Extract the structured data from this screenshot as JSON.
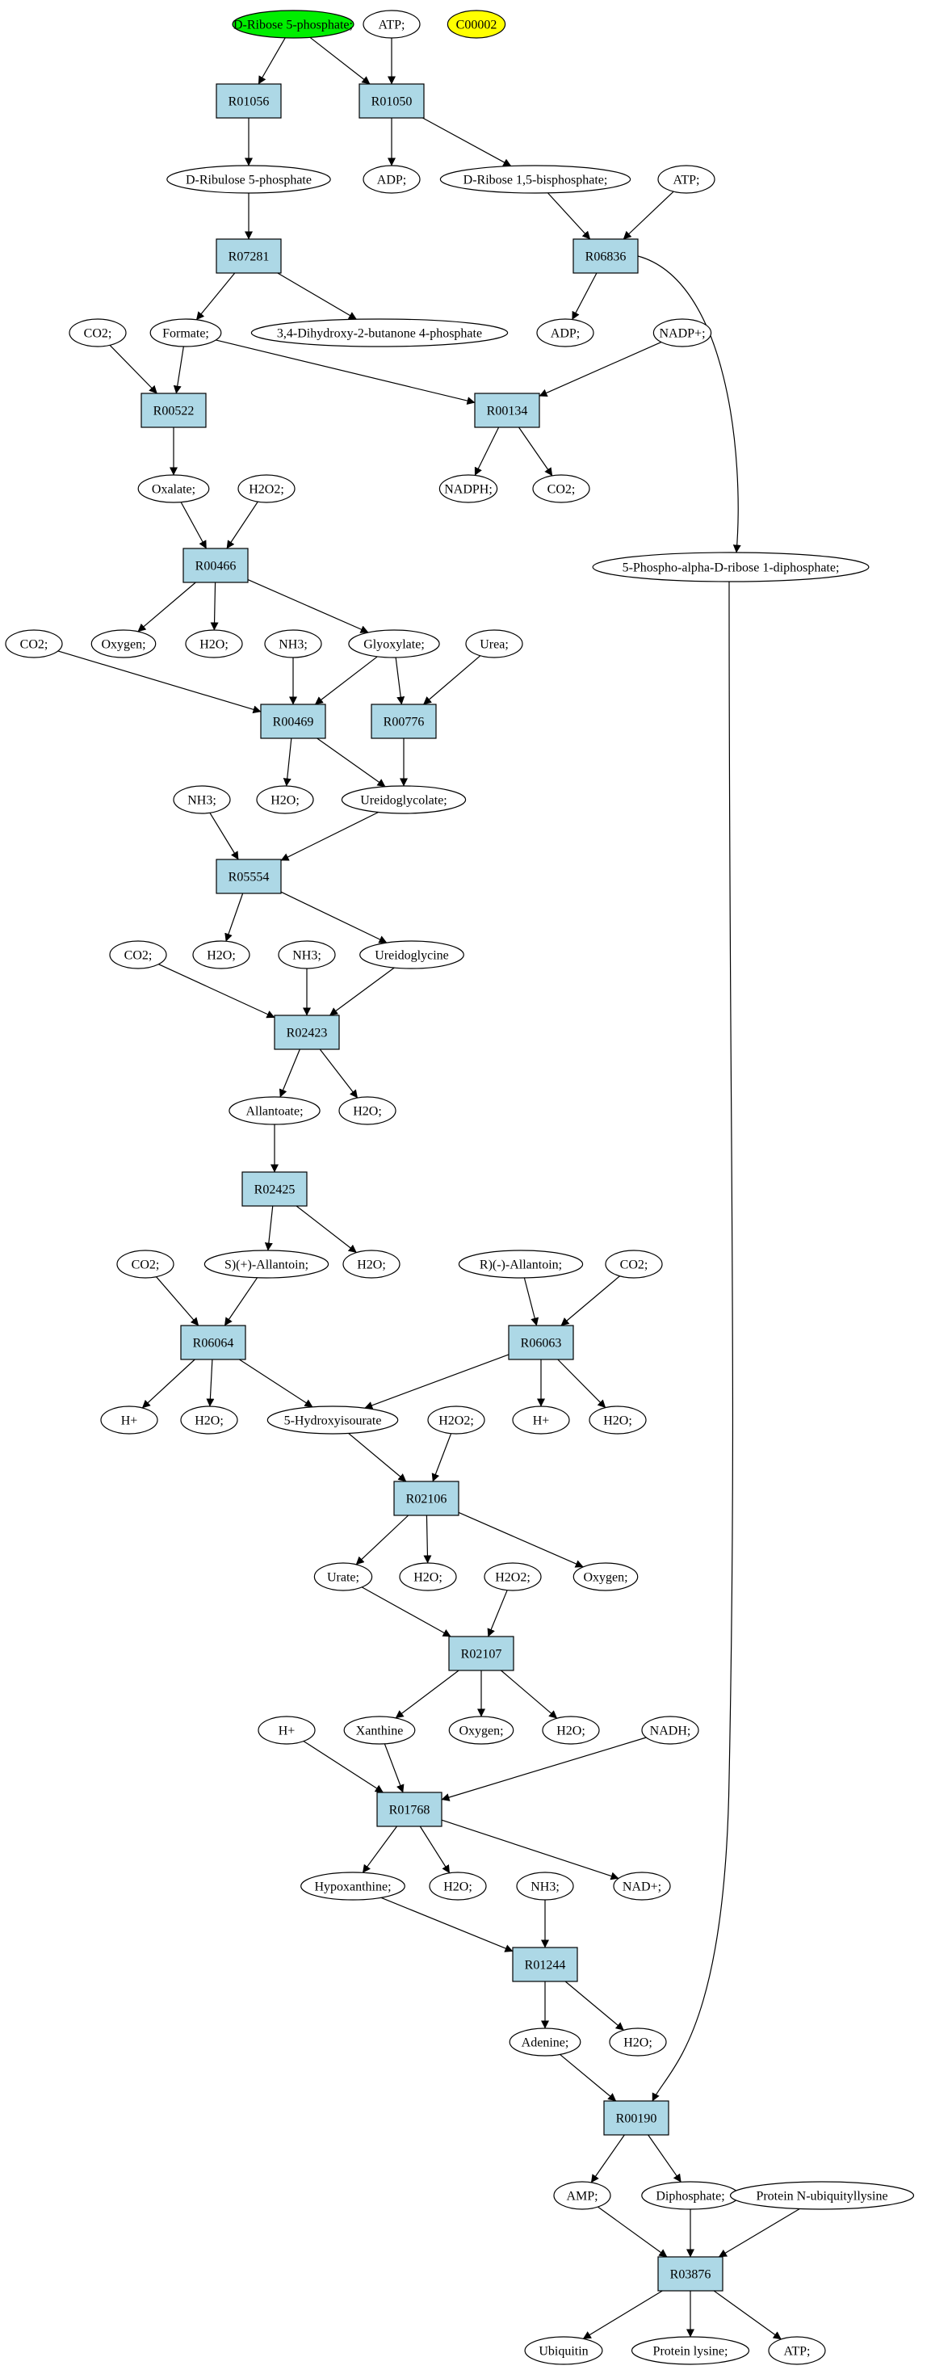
{
  "colors": {
    "reaction_fill": "#add8e6",
    "start_fill": "#00ee00",
    "highlight_fill": "#ffff00",
    "compound_fill": "#ffffff",
    "stroke": "#000000"
  },
  "nodes": {
    "n_start": {
      "label": "D-Ribose 5-phosphate;",
      "kind": "start"
    },
    "n_atp1": {
      "label": "ATP;",
      "kind": "compound"
    },
    "n_c00002": {
      "label": "C00002",
      "kind": "highlight"
    },
    "R01056": {
      "label": "R01056",
      "kind": "reaction"
    },
    "R01050": {
      "label": "R01050",
      "kind": "reaction"
    },
    "n_dribu": {
      "label": "D-Ribulose 5-phosphate",
      "kind": "compound"
    },
    "n_adp1": {
      "label": "ADP;",
      "kind": "compound"
    },
    "n_drbp": {
      "label": "D-Ribose 1,5-bisphosphate;",
      "kind": "compound"
    },
    "n_atp2": {
      "label": "ATP;",
      "kind": "compound"
    },
    "R07281": {
      "label": "R07281",
      "kind": "reaction"
    },
    "R06836": {
      "label": "R06836",
      "kind": "reaction"
    },
    "n_co2a": {
      "label": "CO2;",
      "kind": "compound"
    },
    "n_formate": {
      "label": "Formate;",
      "kind": "compound"
    },
    "n_dhb": {
      "label": "3,4-Dihydroxy-2-butanone 4-phosphate",
      "kind": "compound"
    },
    "n_adp2": {
      "label": "ADP;",
      "kind": "compound"
    },
    "n_nadp": {
      "label": "NADP+;",
      "kind": "compound"
    },
    "R00522": {
      "label": "R00522",
      "kind": "reaction"
    },
    "R00134": {
      "label": "R00134",
      "kind": "reaction"
    },
    "n_oxalate": {
      "label": "Oxalate;",
      "kind": "compound"
    },
    "n_h2o2a": {
      "label": "H2O2;",
      "kind": "compound"
    },
    "n_nadph": {
      "label": "NADPH;",
      "kind": "compound"
    },
    "n_co2b": {
      "label": "CO2;",
      "kind": "compound"
    },
    "n_prpp": {
      "label": "5-Phospho-alpha-D-ribose 1-diphosphate;",
      "kind": "compound"
    },
    "R00466": {
      "label": "R00466",
      "kind": "reaction"
    },
    "n_co2c": {
      "label": "CO2;",
      "kind": "compound"
    },
    "n_oxy1": {
      "label": "Oxygen;",
      "kind": "compound"
    },
    "n_h2o1": {
      "label": "H2O;",
      "kind": "compound"
    },
    "n_nh3a": {
      "label": "NH3;",
      "kind": "compound"
    },
    "n_glyox": {
      "label": "Glyoxylate;",
      "kind": "compound"
    },
    "n_urea": {
      "label": "Urea;",
      "kind": "compound"
    },
    "R00469": {
      "label": "R00469",
      "kind": "reaction"
    },
    "R00776": {
      "label": "R00776",
      "kind": "reaction"
    },
    "n_h2o2": {
      "label": "H2O;",
      "kind": "compound"
    },
    "n_ureidogc": {
      "label": "Ureidoglycolate;",
      "kind": "compound"
    },
    "n_nh3b": {
      "label": "NH3;",
      "kind": "compound"
    },
    "R05554": {
      "label": "R05554",
      "kind": "reaction"
    },
    "n_co2d": {
      "label": "CO2;",
      "kind": "compound"
    },
    "n_h2o3": {
      "label": "H2O;",
      "kind": "compound"
    },
    "n_nh3c": {
      "label": "NH3;",
      "kind": "compound"
    },
    "n_ureidogly": {
      "label": "Ureidoglycine",
      "kind": "compound"
    },
    "R02423": {
      "label": "R02423",
      "kind": "reaction"
    },
    "n_allantoate": {
      "label": "Allantoate;",
      "kind": "compound"
    },
    "n_h2o4": {
      "label": "H2O;",
      "kind": "compound"
    },
    "R02425": {
      "label": "R02425",
      "kind": "reaction"
    },
    "n_co2e": {
      "label": "CO2;",
      "kind": "compound"
    },
    "n_sallan": {
      "label": "S)(+)-Allantoin;",
      "kind": "compound"
    },
    "n_h2o5": {
      "label": "H2O;",
      "kind": "compound"
    },
    "n_rallan": {
      "label": "R)(-)-Allantoin;",
      "kind": "compound"
    },
    "n_co2f": {
      "label": "CO2;",
      "kind": "compound"
    },
    "R06064": {
      "label": "R06064",
      "kind": "reaction"
    },
    "R06063": {
      "label": "R06063",
      "kind": "reaction"
    },
    "n_hplus1": {
      "label": "H+",
      "kind": "compound"
    },
    "n_h2o6": {
      "label": "H2O;",
      "kind": "compound"
    },
    "n_hiu": {
      "label": "5-Hydroxyisourate",
      "kind": "compound"
    },
    "n_h2o2b": {
      "label": "H2O2;",
      "kind": "compound"
    },
    "n_hplus2": {
      "label": "H+",
      "kind": "compound"
    },
    "n_h2o7": {
      "label": "H2O;",
      "kind": "compound"
    },
    "R02106": {
      "label": "R02106",
      "kind": "reaction"
    },
    "n_urate": {
      "label": "Urate;",
      "kind": "compound"
    },
    "n_h2o8": {
      "label": "H2O;",
      "kind": "compound"
    },
    "n_h2o2c": {
      "label": "H2O2;",
      "kind": "compound"
    },
    "n_oxy2": {
      "label": "Oxygen;",
      "kind": "compound"
    },
    "R02107": {
      "label": "R02107",
      "kind": "reaction"
    },
    "n_hplus3": {
      "label": "H+",
      "kind": "compound"
    },
    "n_xanthine": {
      "label": "Xanthine",
      "kind": "compound"
    },
    "n_oxy3": {
      "label": "Oxygen;",
      "kind": "compound"
    },
    "n_h2o9": {
      "label": "H2O;",
      "kind": "compound"
    },
    "n_nadh": {
      "label": "NADH;",
      "kind": "compound"
    },
    "R01768": {
      "label": "R01768",
      "kind": "reaction"
    },
    "n_hypox": {
      "label": "Hypoxanthine;",
      "kind": "compound"
    },
    "n_h2o10": {
      "label": "H2O;",
      "kind": "compound"
    },
    "n_nh3d": {
      "label": "NH3;",
      "kind": "compound"
    },
    "n_nad": {
      "label": "NAD+;",
      "kind": "compound"
    },
    "R01244": {
      "label": "R01244",
      "kind": "reaction"
    },
    "n_adenine": {
      "label": "Adenine;",
      "kind": "compound"
    },
    "n_h2o11": {
      "label": "H2O;",
      "kind": "compound"
    },
    "R00190": {
      "label": "R00190",
      "kind": "reaction"
    },
    "n_amp": {
      "label": "AMP;",
      "kind": "compound"
    },
    "n_diphos": {
      "label": "Diphosphate;",
      "kind": "compound"
    },
    "n_pnul": {
      "label": "Protein N-ubiquityllysine",
      "kind": "compound"
    },
    "R03876": {
      "label": "R03876",
      "kind": "reaction"
    },
    "n_ubiq": {
      "label": "Ubiquitin",
      "kind": "compound"
    },
    "n_plys": {
      "label": "Protein lysine;",
      "kind": "compound"
    },
    "n_atp3": {
      "label": "ATP;",
      "kind": "compound"
    }
  },
  "edges": [
    [
      "n_start",
      "R01056"
    ],
    [
      "n_start",
      "R01050"
    ],
    [
      "n_atp1",
      "R01050"
    ],
    [
      "R01056",
      "n_dribu"
    ],
    [
      "R01050",
      "n_adp1"
    ],
    [
      "R01050",
      "n_drbp"
    ],
    [
      "n_dribu",
      "R07281"
    ],
    [
      "n_drbp",
      "R06836"
    ],
    [
      "n_atp2",
      "R06836"
    ],
    [
      "R07281",
      "n_formate"
    ],
    [
      "R07281",
      "n_dhb"
    ],
    [
      "R06836",
      "n_adp2"
    ],
    [
      "R06836",
      "n_prpp"
    ],
    [
      "n_co2a",
      "R00522"
    ],
    [
      "n_formate",
      "R00522"
    ],
    [
      "n_formate",
      "R00134"
    ],
    [
      "n_nadp",
      "R00134"
    ],
    [
      "R00134",
      "n_nadph"
    ],
    [
      "R00134",
      "n_co2b"
    ],
    [
      "R00522",
      "n_oxalate"
    ],
    [
      "n_oxalate",
      "R00466"
    ],
    [
      "n_h2o2a",
      "R00466"
    ],
    [
      "R00466",
      "n_oxy1"
    ],
    [
      "R00466",
      "n_h2o1"
    ],
    [
      "R00466",
      "n_glyox"
    ],
    [
      "n_co2c",
      "R00469"
    ],
    [
      "n_nh3a",
      "R00469"
    ],
    [
      "n_glyox",
      "R00469"
    ],
    [
      "n_glyox",
      "R00776"
    ],
    [
      "n_urea",
      "R00776"
    ],
    [
      "R00469",
      "n_h2o2"
    ],
    [
      "R00469",
      "n_ureidogc"
    ],
    [
      "R00776",
      "n_ureidogc"
    ],
    [
      "n_nh3b",
      "R05554"
    ],
    [
      "n_ureidogc",
      "R05554"
    ],
    [
      "R05554",
      "n_h2o3"
    ],
    [
      "R05554",
      "n_ureidogly"
    ],
    [
      "n_co2d",
      "R02423"
    ],
    [
      "n_nh3c",
      "R02423"
    ],
    [
      "n_ureidogly",
      "R02423"
    ],
    [
      "R02423",
      "n_allantoate"
    ],
    [
      "R02423",
      "n_h2o4"
    ],
    [
      "n_allantoate",
      "R02425"
    ],
    [
      "R02425",
      "n_sallan"
    ],
    [
      "R02425",
      "n_h2o5"
    ],
    [
      "n_co2e",
      "R06064"
    ],
    [
      "n_sallan",
      "R06064"
    ],
    [
      "n_rallan",
      "R06063"
    ],
    [
      "n_co2f",
      "R06063"
    ],
    [
      "R06064",
      "n_hplus1"
    ],
    [
      "R06064",
      "n_h2o6"
    ],
    [
      "R06064",
      "n_hiu"
    ],
    [
      "R06063",
      "n_hiu"
    ],
    [
      "R06063",
      "n_hplus2"
    ],
    [
      "R06063",
      "n_h2o7"
    ],
    [
      "n_hiu",
      "R02106"
    ],
    [
      "n_h2o2b",
      "R02106"
    ],
    [
      "R02106",
      "n_urate"
    ],
    [
      "R02106",
      "n_h2o8"
    ],
    [
      "R02106",
      "n_oxy2"
    ],
    [
      "n_urate",
      "R02107"
    ],
    [
      "n_h2o2c",
      "R02107"
    ],
    [
      "R02107",
      "n_xanthine"
    ],
    [
      "R02107",
      "n_oxy3"
    ],
    [
      "R02107",
      "n_h2o9"
    ],
    [
      "n_hplus3",
      "R01768"
    ],
    [
      "n_xanthine",
      "R01768"
    ],
    [
      "n_nadh",
      "R01768"
    ],
    [
      "R01768",
      "n_hypox"
    ],
    [
      "R01768",
      "n_h2o10"
    ],
    [
      "R01768",
      "n_nad"
    ],
    [
      "n_hypox",
      "R01244"
    ],
    [
      "n_nh3d",
      "R01244"
    ],
    [
      "R01244",
      "n_adenine"
    ],
    [
      "R01244",
      "n_h2o11"
    ],
    [
      "n_adenine",
      "R00190"
    ],
    [
      "n_prpp",
      "R00190"
    ],
    [
      "R00190",
      "n_amp"
    ],
    [
      "R00190",
      "n_diphos"
    ],
    [
      "n_amp",
      "R03876"
    ],
    [
      "n_diphos",
      "R03876"
    ],
    [
      "n_pnul",
      "R03876"
    ],
    [
      "R03876",
      "n_ubiq"
    ],
    [
      "R03876",
      "n_plys"
    ],
    [
      "R03876",
      "n_atp3"
    ]
  ]
}
